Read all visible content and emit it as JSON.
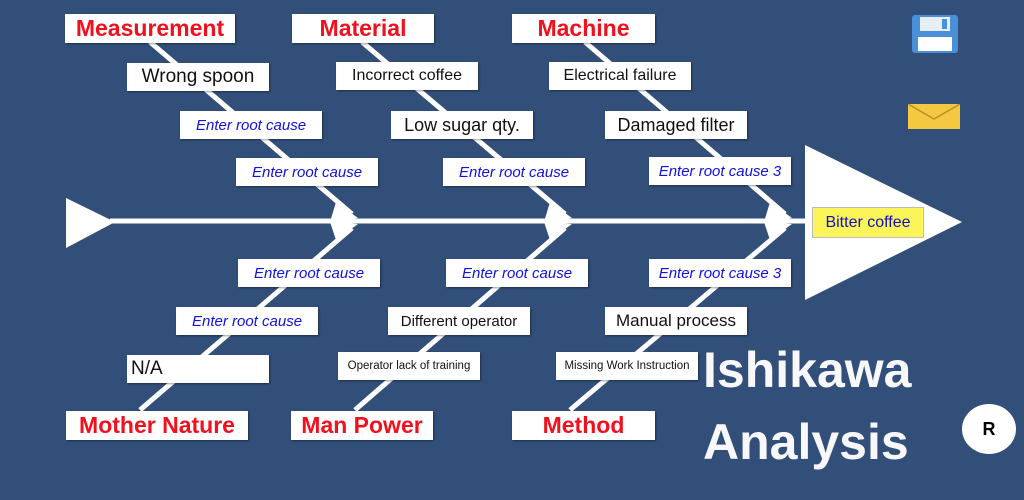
{
  "effect": "Bitter coffee",
  "categories": {
    "measurement": "Measurement",
    "material": "Material",
    "machine": "Machine",
    "mother_nature": "Mother Nature",
    "man_power": "Man Power",
    "method": "Method"
  },
  "causes": {
    "measurement": [
      "Wrong spoon",
      "Enter root cause",
      "Enter root cause"
    ],
    "material": [
      "Incorrect coffee",
      "Low sugar qty.",
      "Enter root cause"
    ],
    "machine": [
      "Electrical failure",
      "Damaged filter",
      "Enter root cause 3"
    ],
    "mother_nature": [
      "Enter root cause",
      "Enter root cause",
      "N/A"
    ],
    "man_power": [
      "Enter root cause",
      "Different operator",
      "Operator lack of training"
    ],
    "method": [
      "Enter root cause 3",
      "Manual process",
      "Missing Work Instruction"
    ]
  },
  "title": {
    "line1": "Ishikawa",
    "line2": "Analysis",
    "badge": "R"
  },
  "icons": {
    "save": "floppy-disk-icon",
    "mail": "envelope-icon"
  }
}
